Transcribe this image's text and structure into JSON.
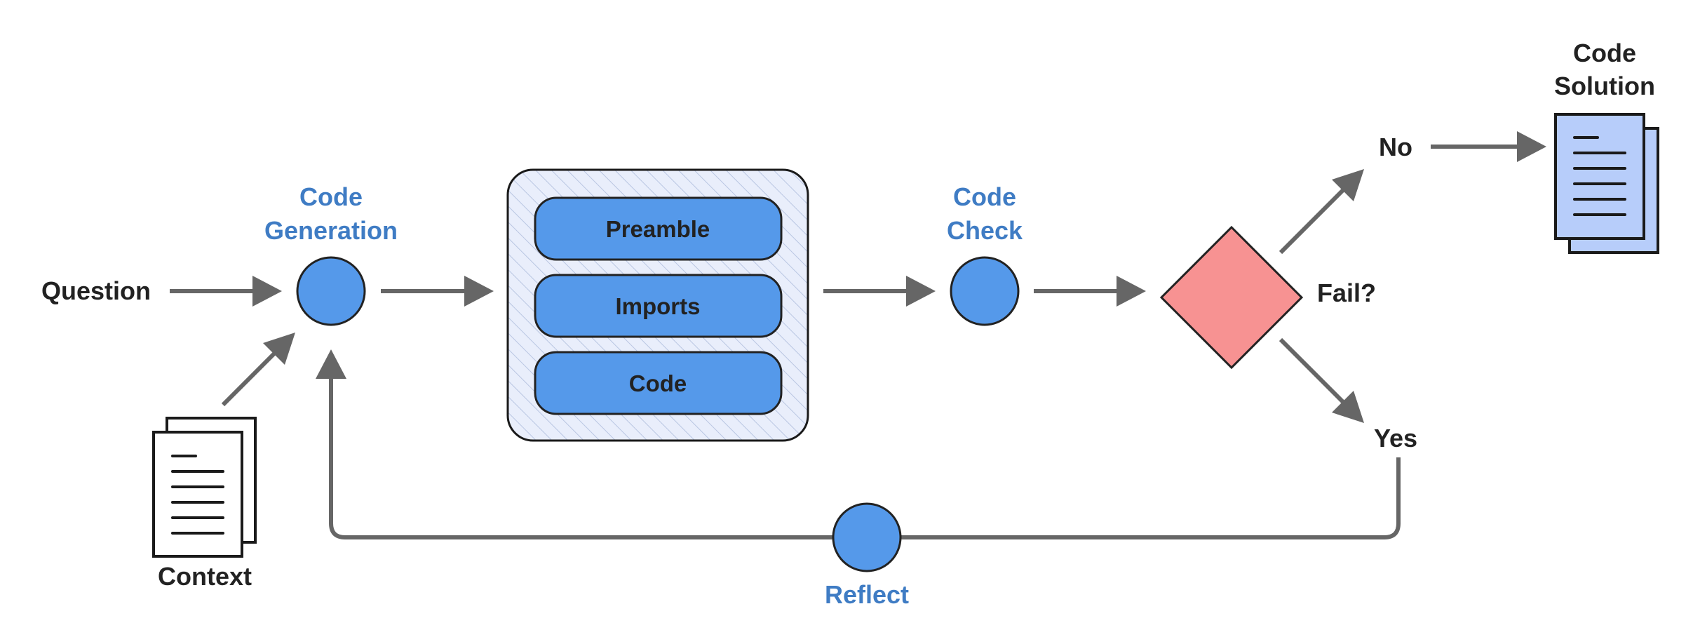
{
  "nodes": {
    "question": "Question",
    "context": "Context",
    "code_generation": [
      "Code",
      "Generation"
    ],
    "preamble": "Preamble",
    "imports": "Imports",
    "code": "Code",
    "code_check": [
      "Code",
      "Check"
    ],
    "fail": "Fail?",
    "no": "No",
    "yes": "Yes",
    "code_solution": [
      "Code",
      "Solution"
    ],
    "reflect": "Reflect"
  },
  "colors": {
    "node_blue": "#5599ea",
    "label_blue": "#3f7cc4",
    "decision_red": "#f79292",
    "solution_blue": "#b7cdfa",
    "arrow_gray": "#666666"
  },
  "icons": {
    "context": "document-stack-icon",
    "solution": "document-stack-icon"
  }
}
